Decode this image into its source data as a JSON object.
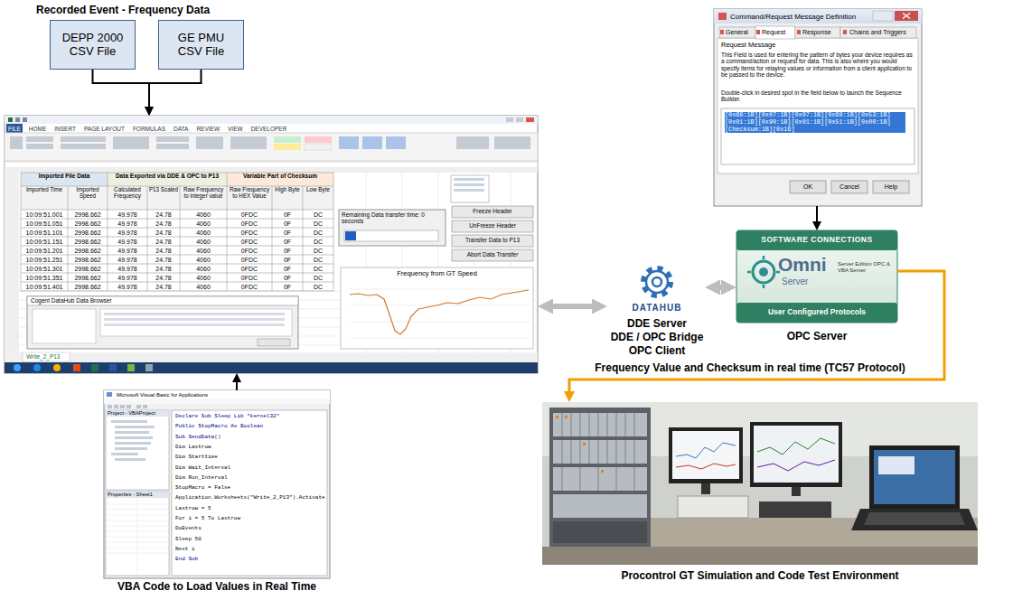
{
  "diagram": {
    "nodes": [
      {
        "text": [
          "DEPP 2000 CSV File"
        ]
      },
      {
        "text": [
          "GE PMU CSV File"
        ]
      },
      {
        "text": [
          "Command/Request Message Definition",
          "General",
          "Request",
          "Response",
          "Chains and Triggers",
          "Request Message",
          "This Field is used for entering the pattern of bytes your device requires as a command/action or request for data. This is also where you would specify items for relaying values or information from a client application to be passed to the device.",
          "Double-click in desired spot in the field below to launch the Sequence Builder.",
          "[0x68:1B][0x07:1B][0x07:1B][0x68:1B][0x53:1B][0x01:1B][0x90:1B][0x01:1B][0x51:1B][0x00:1B][Checksum:1B][0x16]",
          "OK",
          "Cancel",
          "Help"
        ]
      },
      {
        "text": [
          "Frequency from GT Speed"
        ]
      },
      {
        "text": [
          "DATAHUB",
          "DDE Server",
          "DDE / OPC Bridge",
          "OPC Client"
        ]
      },
      {
        "text": [
          "SOFTWARE CONNECTIONS",
          "Omni",
          "Server",
          "Server Edition OPC & VBA Server",
          "User Configured Protocols",
          "OPC Server"
        ]
      },
      {
        "text": [
          "Procontrol GT Simulation and Code Test Environment"
        ]
      },
      {
        "text": [
          "VBA Code to Load Values in Real Time"
        ]
      }
    ],
    "edges": [
      {
        "from": 0,
        "to": 3,
        "arrow": "to"
      },
      {
        "from": 1,
        "to": 3,
        "arrow": "to"
      },
      {
        "from": 7,
        "to": 3,
        "arrow": "to"
      },
      {
        "from": 3,
        "to": 4,
        "arrow": "both"
      },
      {
        "from": 4,
        "to": 5,
        "arrow": "both"
      },
      {
        "from": 2,
        "to": 5,
        "arrow": "to"
      },
      {
        "from": 5,
        "to": 6,
        "label": "Frequency Value and Checksum in real time (TC57 Protocol)",
        "arrow": "to"
      }
    ],
    "labels": [
      "Recorded Event - Frequency Data",
      "FILE",
      "HOME",
      "INSERT",
      "PAGE LAYOUT",
      "FORMULAS",
      "DATA",
      "REVIEW",
      "VIEW",
      "DEVELOPER",
      "Imported File Data",
      "Data Exported via DDE & OPC to P13",
      "Variable Part of Checksum",
      "Imported Time",
      "Imported Speed",
      "Calculated Frequency",
      "P13 Scaled",
      "Raw Frequency to integer value",
      "Raw Frequency to HEX Value",
      "High Byte",
      "Low Byte",
      "10:09:51.001",
      "2998.662",
      "49.978",
      "24.78",
      "4060",
      "0FDC",
      "0F",
      "DC",
      "10:09:51.051",
      "2998.662",
      "49.978",
      "24.78",
      "4060",
      "0FDC",
      "0F",
      "DC",
      "10:09:51.101",
      "2998.662",
      "49.978",
      "24.78",
      "4060",
      "0FDC",
      "0F",
      "DC",
      "10:09:51.151",
      "2998.662",
      "49.978",
      "24.78",
      "4060",
      "0FDC",
      "0F",
      "DC",
      "10:09:51.201",
      "2998.662",
      "49.978",
      "24.78",
      "4060",
      "0FDC",
      "0F",
      "DC",
      "10:09:51.251",
      "2998.662",
      "49.978",
      "24.78",
      "4060",
      "0FDC",
      "0F",
      "DC",
      "10:09:51.301",
      "2998.662",
      "49.978",
      "24.78",
      "4060",
      "0FDC",
      "0F",
      "DC",
      "10:09:51.351",
      "2998.662",
      "49.978",
      "24.78",
      "4060",
      "0FDC",
      "0F",
      "DC",
      "10:09:51.401",
      "2998.662",
      "49.978",
      "24.78",
      "4060",
      "0FDC",
      "0F",
      "DC",
      "Remaining Data transfer time: 0 seconds",
      "Freeze Header",
      "UnFreeze Header",
      "Transfer Data to P13",
      "Abort Data Transfer",
      "Cogent DataHub Data Browser",
      "Write_2_P13",
      "Microsoft Visual Basic for Applications",
      "Project - VBAProject",
      "Properties - Sheet1",
      "Declare Sub Sleep Lib \"kernel32\"",
      "Public StopMacro As Boolean",
      "Sub SendData()",
      "Dim Lastrow",
      "Dim Starttime",
      "Dim Wait_Interval",
      "Dim Run_Interval",
      "StopMacro = False",
      "Application.Worksheets(\"Write_2_P13\").Activate",
      "Lastrow = 5",
      "For i = 5 To Lastrow",
      "DoEvents",
      "Sleep 50",
      "Next i",
      "End Sub"
    ]
  }
}
